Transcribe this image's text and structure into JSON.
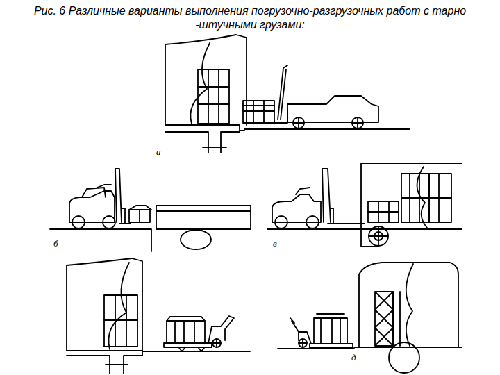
{
  "diagram": {
    "title": "Рис. 6 Различные варианты выполнения погрузочно-разгрузочных работ с тарно -штучными грузами:",
    "labels": [
      "а",
      "б",
      "в",
      "д"
    ]
  }
}
